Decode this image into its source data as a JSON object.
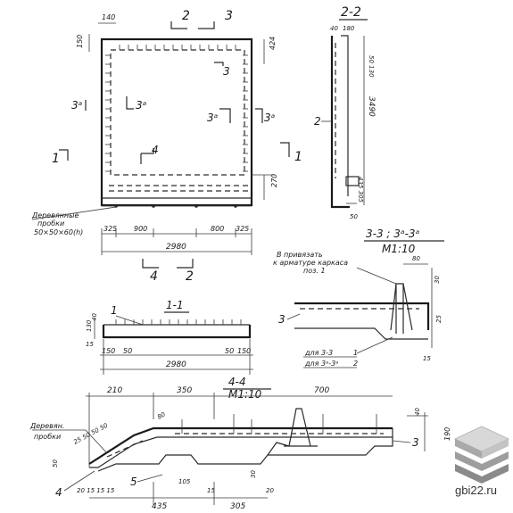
{
  "plan": {
    "dim_top_140": "140",
    "dim_left_150": "150",
    "cut_2": "2",
    "cut_3": "3",
    "cut_3_inner": "3",
    "cut_3a_left": "3ᵃ",
    "cut_3a_left2": "3ᵃ",
    "cut_3a_mid": "3ᵃ",
    "cut_3a_right": "3ᵃ",
    "cut_4": "4",
    "cut_1_left": "1",
    "cut_1_right": "1",
    "dim_right_424": "424",
    "dim_right_270": "270",
    "note_wood": [
      "Деревянные",
      "пробки",
      "50×50×60(h)"
    ],
    "dim_325_left": "325",
    "dim_900_left": "900",
    "dim_800_right": "800",
    "dim_325_right": "325",
    "dim_total": "2980",
    "cut_4_bottom": "4",
    "cut_2_bottom": "2"
  },
  "section_22": {
    "title": "2-2",
    "dim_40": "40",
    "dim_180": "180",
    "dim_50_top": "50",
    "dim_130": "130",
    "dim_3490": "3490",
    "dim_435": "435",
    "dim_305": "305",
    "dim_50_bot": "50",
    "label_2": "2"
  },
  "section_33": {
    "title": "3-3 ; 3ᵃ-3ᵃ",
    "scale": "М1:10",
    "note": [
      "В привязать",
      "к арматуре каркаса",
      "поз. 1"
    ],
    "dim_80": "80",
    "dim_30": "30",
    "dim_25": "25",
    "dim_15": "15",
    "label_3": "3",
    "legend_1": "для 3-3",
    "legend_1_pos": "1",
    "legend_2": "для 3ᵃ-3ᵃ",
    "legend_2_pos": "2"
  },
  "section_11": {
    "title": "1-1",
    "label_1": "1",
    "dim_130": "130",
    "dim_40": "40",
    "dim_15": "15",
    "dim_150": "150",
    "dim_50_left": "50",
    "dim_50_right": "50",
    "dim_150_right": "150",
    "dim_total": "2980"
  },
  "section_44": {
    "title": "4-4",
    "scale": "М1:10",
    "dim_210": "210",
    "dim_350": "350",
    "dim_700": "700",
    "note_wood": [
      "Деревян.",
      "пробки"
    ],
    "dims_diag": "25  50  50  50",
    "dim_80": "80",
    "dim_40": "40",
    "dim_190": "190",
    "label_3": "3",
    "label_4": "4",
    "label_5": "5",
    "dim_50": "50",
    "dims_bottom_left": "20 15 15 15",
    "dim_105": "105",
    "dim_15": "15",
    "dim_30": "30",
    "dim_20": "20",
    "dim_435": "435",
    "dim_305": "305"
  },
  "brand": {
    "site": "gbi22.ru"
  }
}
